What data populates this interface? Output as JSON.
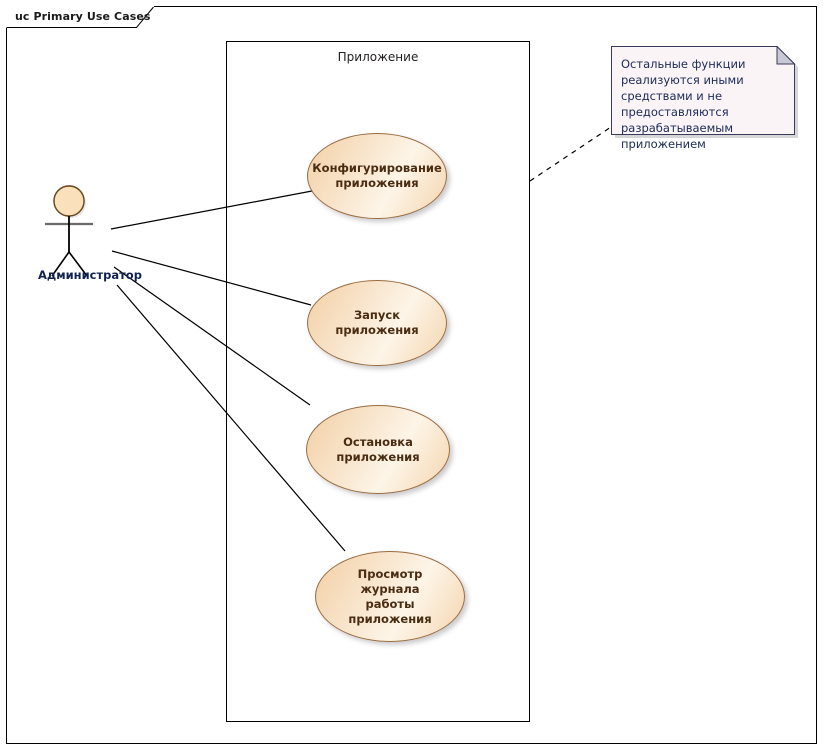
{
  "frame": {
    "tab_label": "uc Primary Use Cases"
  },
  "boundary": {
    "label": "Приложение"
  },
  "actor": {
    "label": "Администратор",
    "icon": "stick-figure-actor-icon"
  },
  "use_cases": [
    {
      "label": "Конфигурирование\nприложения"
    },
    {
      "label": "Запуск приложения"
    },
    {
      "label": "Остановка\nприложения"
    },
    {
      "label": "Просмотр журнала\nработы приложения"
    }
  ],
  "note": {
    "text": "Остальные функции реализуются иными средствами и не предоставляются разрабатываемым приложением"
  },
  "colors": {
    "usecase_fill": "#f9e8d2",
    "usecase_stroke": "#9a6b3f",
    "usecase_text": "#4a2c12",
    "actor_head_fill": "#fae0bb",
    "note_fill": "#faf4f7",
    "note_stroke": "#3a3a5a",
    "note_text": "#1c2a57",
    "line": "#000000",
    "frame_stroke": "#000000"
  }
}
